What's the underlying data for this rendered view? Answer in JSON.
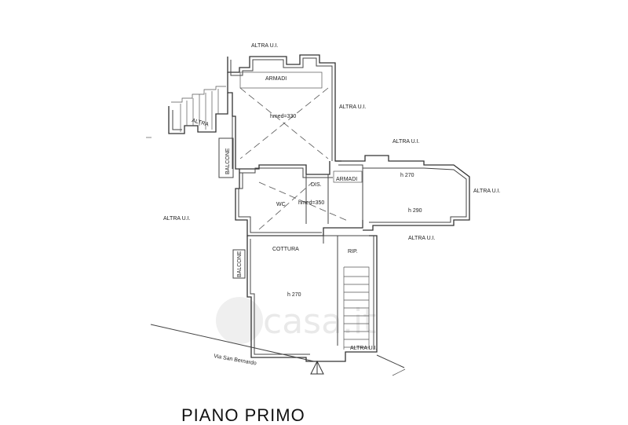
{
  "title": "PIANO PRIMO",
  "watermark": "casa.it",
  "street": "Via San Bernardo",
  "labels": {
    "altra_top": "ALTRA U.I.",
    "altra_right1": "ALTRA U.I.",
    "altra_right2": "ALTRA U.I.",
    "altra_right3": "ALTRA U.I.",
    "altra_right4": "ALTRA U.I.",
    "altra_left": "ALTRA U.I.",
    "altra_bottom": "ALTRA U.I.",
    "armadi1": "ARMADI",
    "armadi2": "ARMADI",
    "altra_stair": "ALTRA",
    "balcone1": "BALCONE",
    "balcone2": "BALCONE",
    "dis": "DIS.",
    "wc": "WC",
    "rip": "RIP.",
    "cottura": "COTTURA",
    "h_room1": "hmed=330",
    "h_wc": "hmed=350",
    "h_room2a": "h 270",
    "h_room2b": "h 290",
    "h_kitchen": "h 270"
  }
}
